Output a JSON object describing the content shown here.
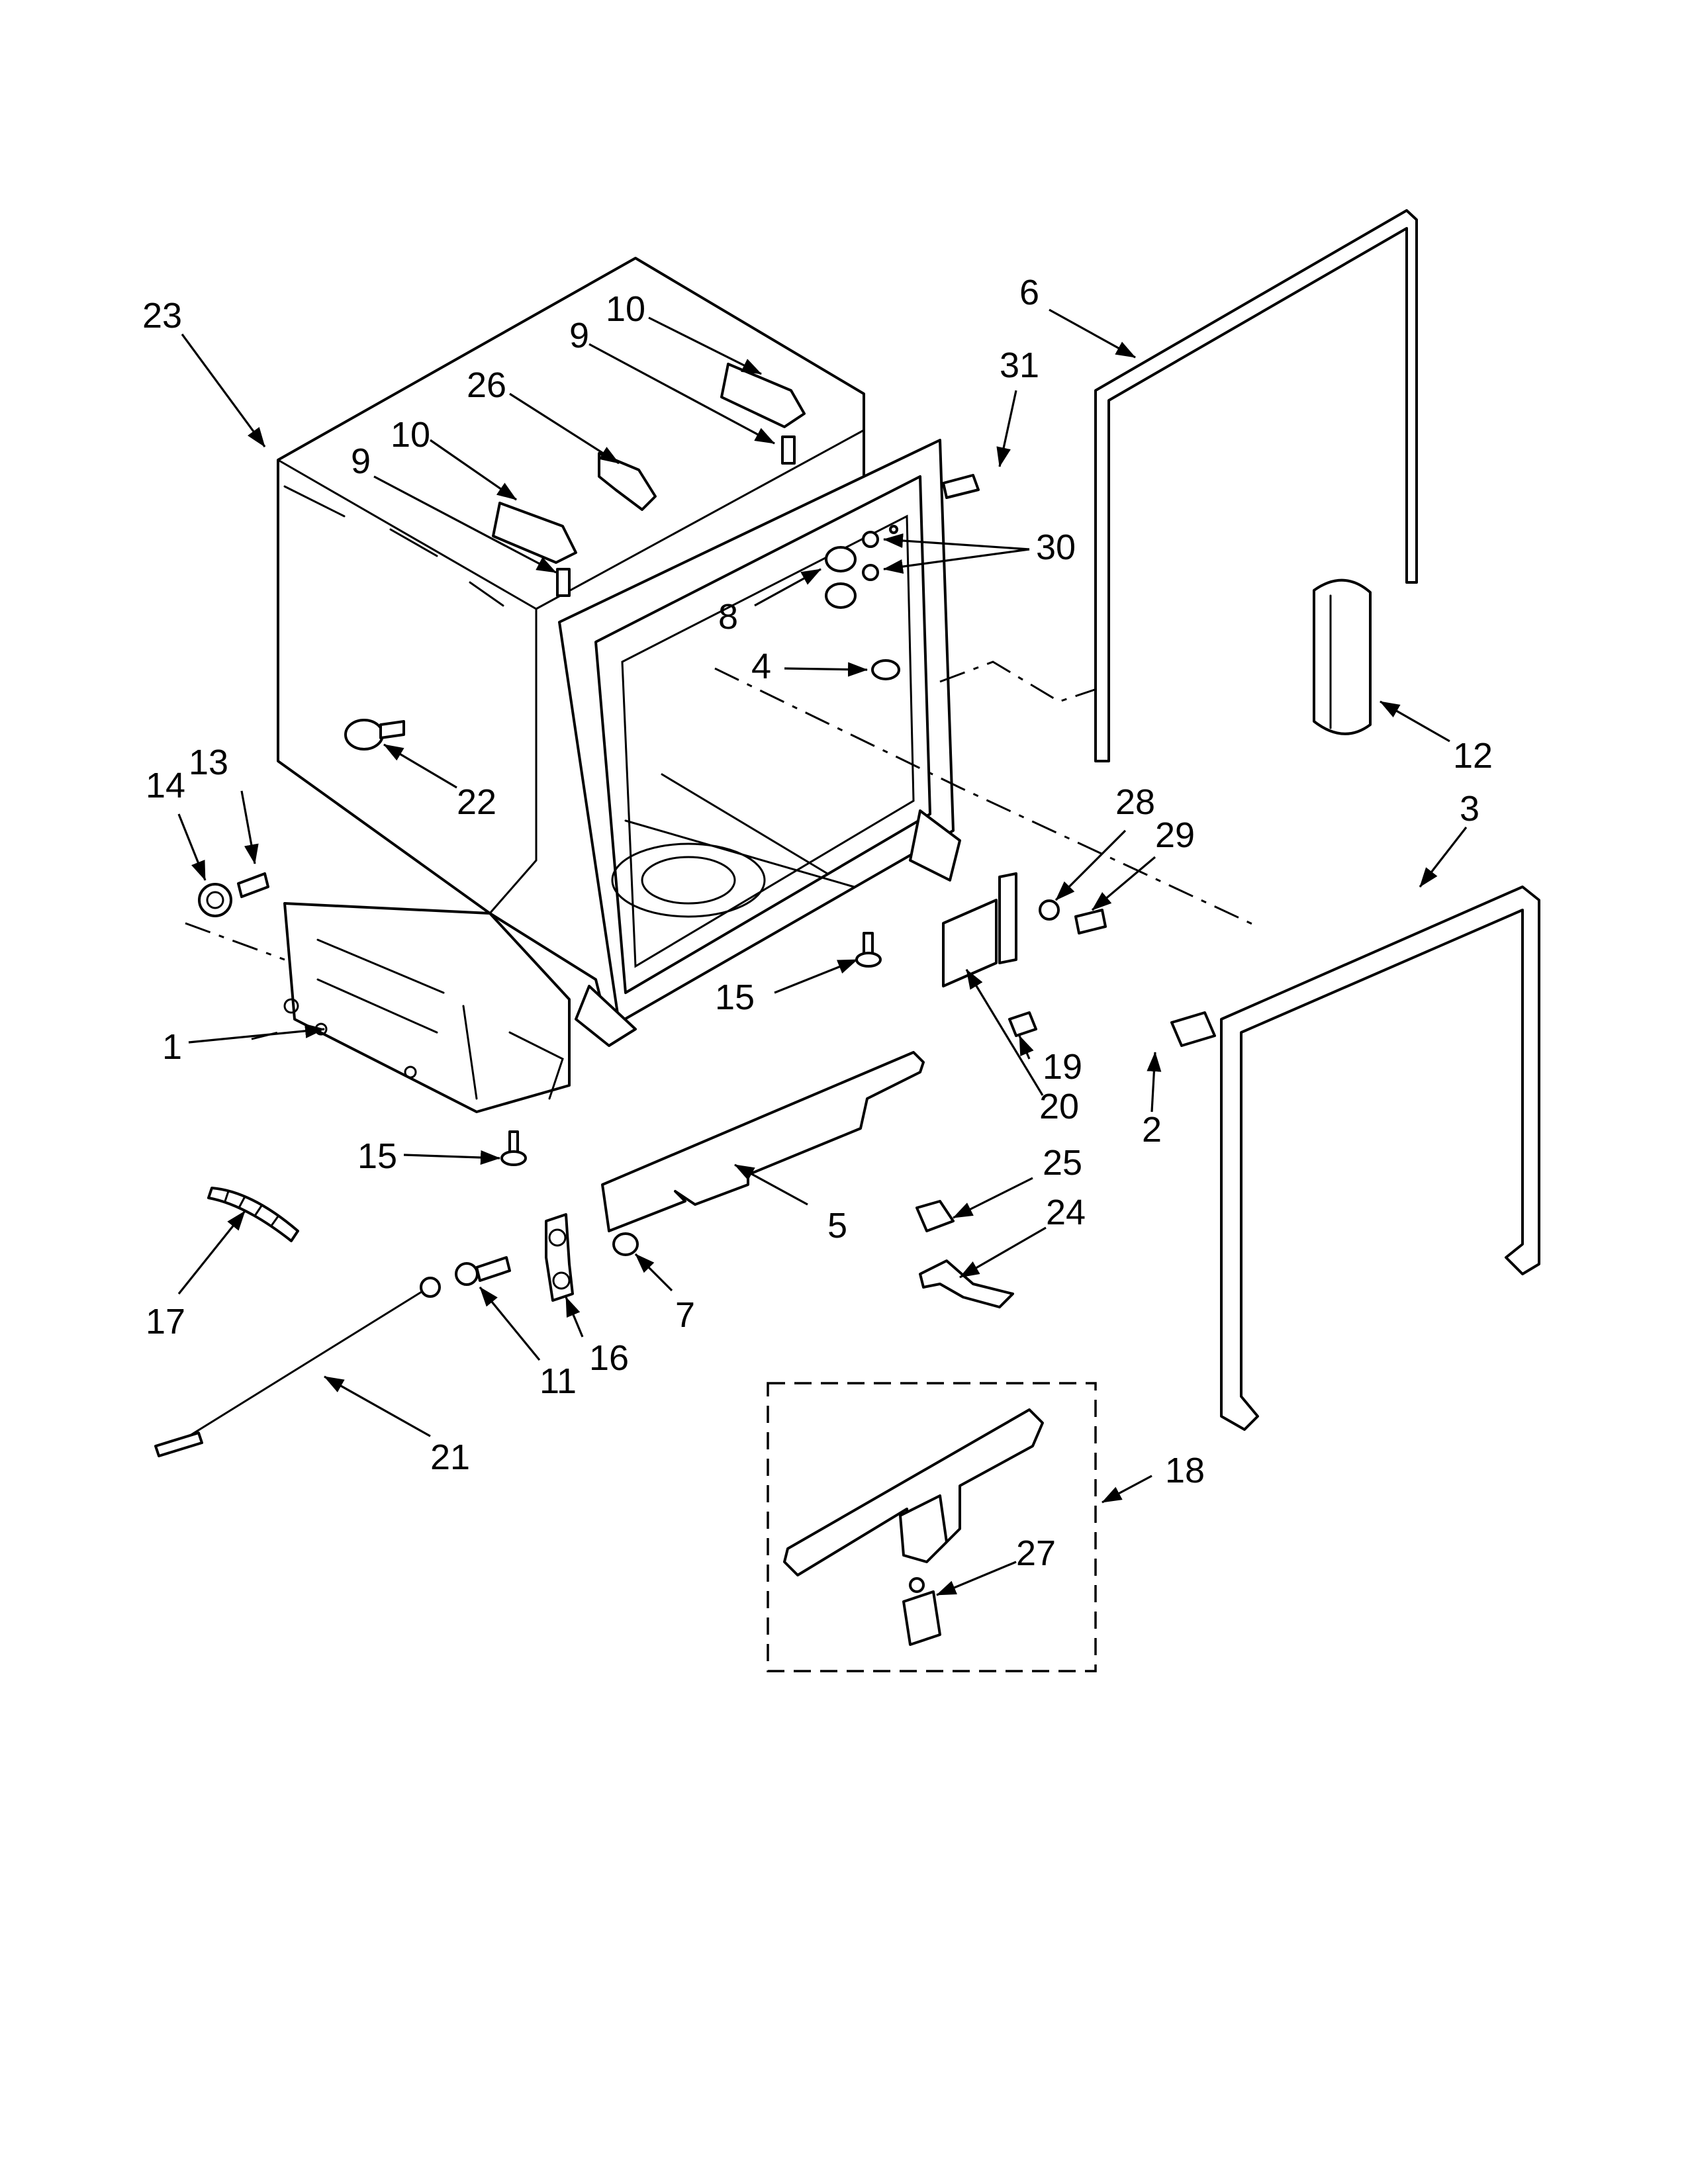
{
  "diagram": {
    "colors": {
      "line": "#000000",
      "background": "#ffffff"
    },
    "callouts": [
      "1",
      "2",
      "3",
      "4",
      "5",
      "6",
      "7",
      "8",
      "9",
      "9",
      "10",
      "10",
      "11",
      "12",
      "13",
      "14",
      "15",
      "15",
      "16",
      "17",
      "18",
      "19",
      "20",
      "21",
      "22",
      "23",
      "24",
      "25",
      "26",
      "27",
      "28",
      "29",
      "30",
      "31"
    ]
  }
}
